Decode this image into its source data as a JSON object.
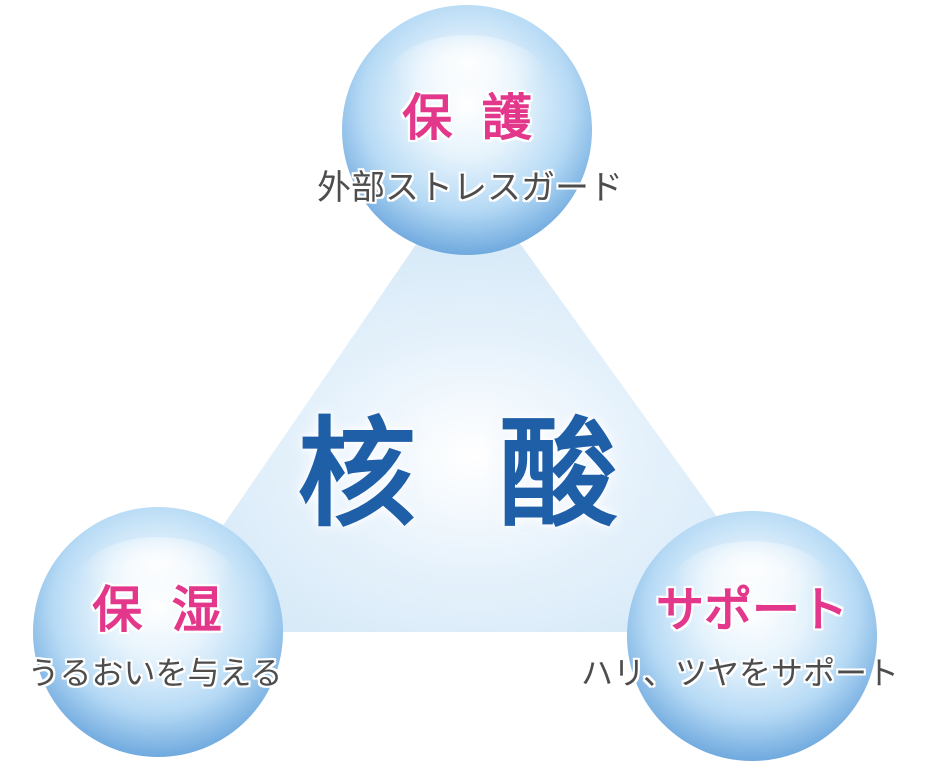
{
  "center": {
    "text": "核 酸"
  },
  "nodes": {
    "top": {
      "title": "保 護",
      "subtitle": "外部ストレスガード"
    },
    "left": {
      "title": "保 湿",
      "subtitle": "うるおいを与える"
    },
    "right": {
      "title": "サポート",
      "subtitle": "ハリ、ツヤをサポート"
    }
  },
  "colors": {
    "title": "#e2378a",
    "subtitle": "#4d4d4d",
    "center": "#1f5fa8",
    "triangle": "#d6eafa",
    "sphere_light": "#ffffff",
    "sphere_mid": "#bfe0f8",
    "sphere_dark": "#6fa9de"
  }
}
